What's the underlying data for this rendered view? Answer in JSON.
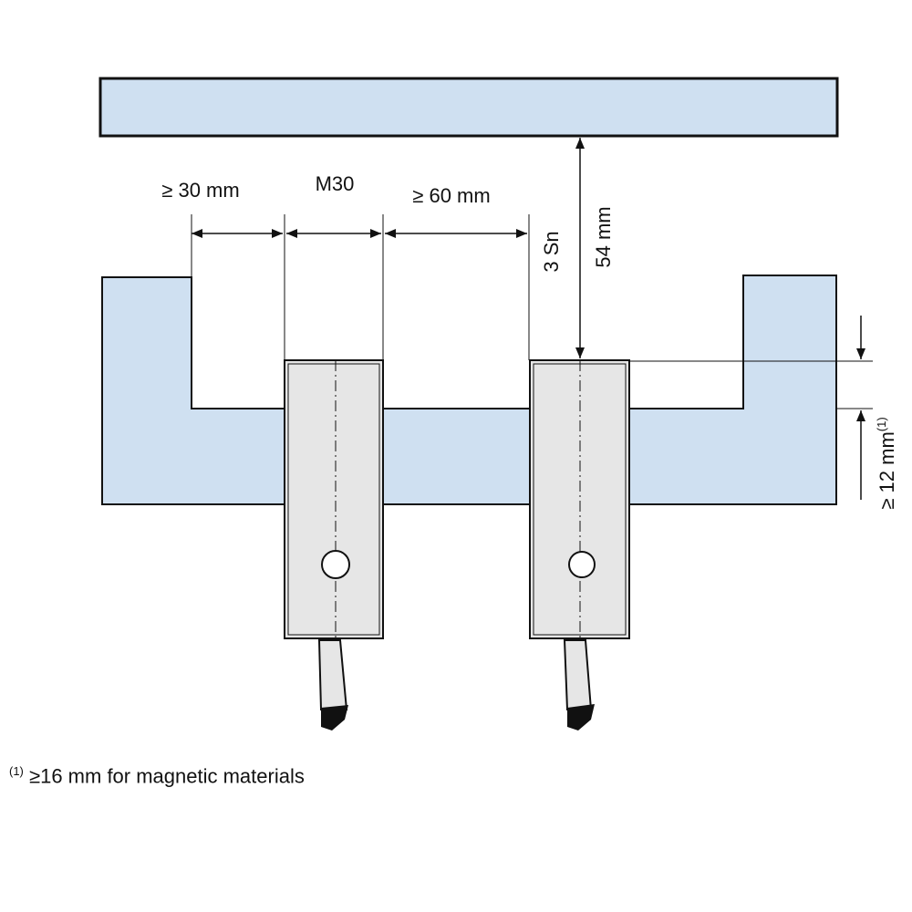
{
  "colors": {
    "plate_fill": "#cfe0f1",
    "sensor_fill": "#e6e6e6",
    "stroke": "#111111",
    "background": "#ffffff"
  },
  "labels": {
    "left_clearance": "≥ 30 mm",
    "thread_size": "M30",
    "sensor_spacing": "≥ 60 mm",
    "sensing_distance": "3 Sn",
    "target_distance": "54 mm",
    "flush_depth": "≥ 12 mm",
    "flush_depth_note_ref": "(1)"
  },
  "footnote": {
    "marker": "(1)",
    "text": "≥16 mm for magnetic materials"
  },
  "icons": {
    "arrowheads": "dimension-arrow-icon",
    "mounting_hole": "circle-icon"
  }
}
